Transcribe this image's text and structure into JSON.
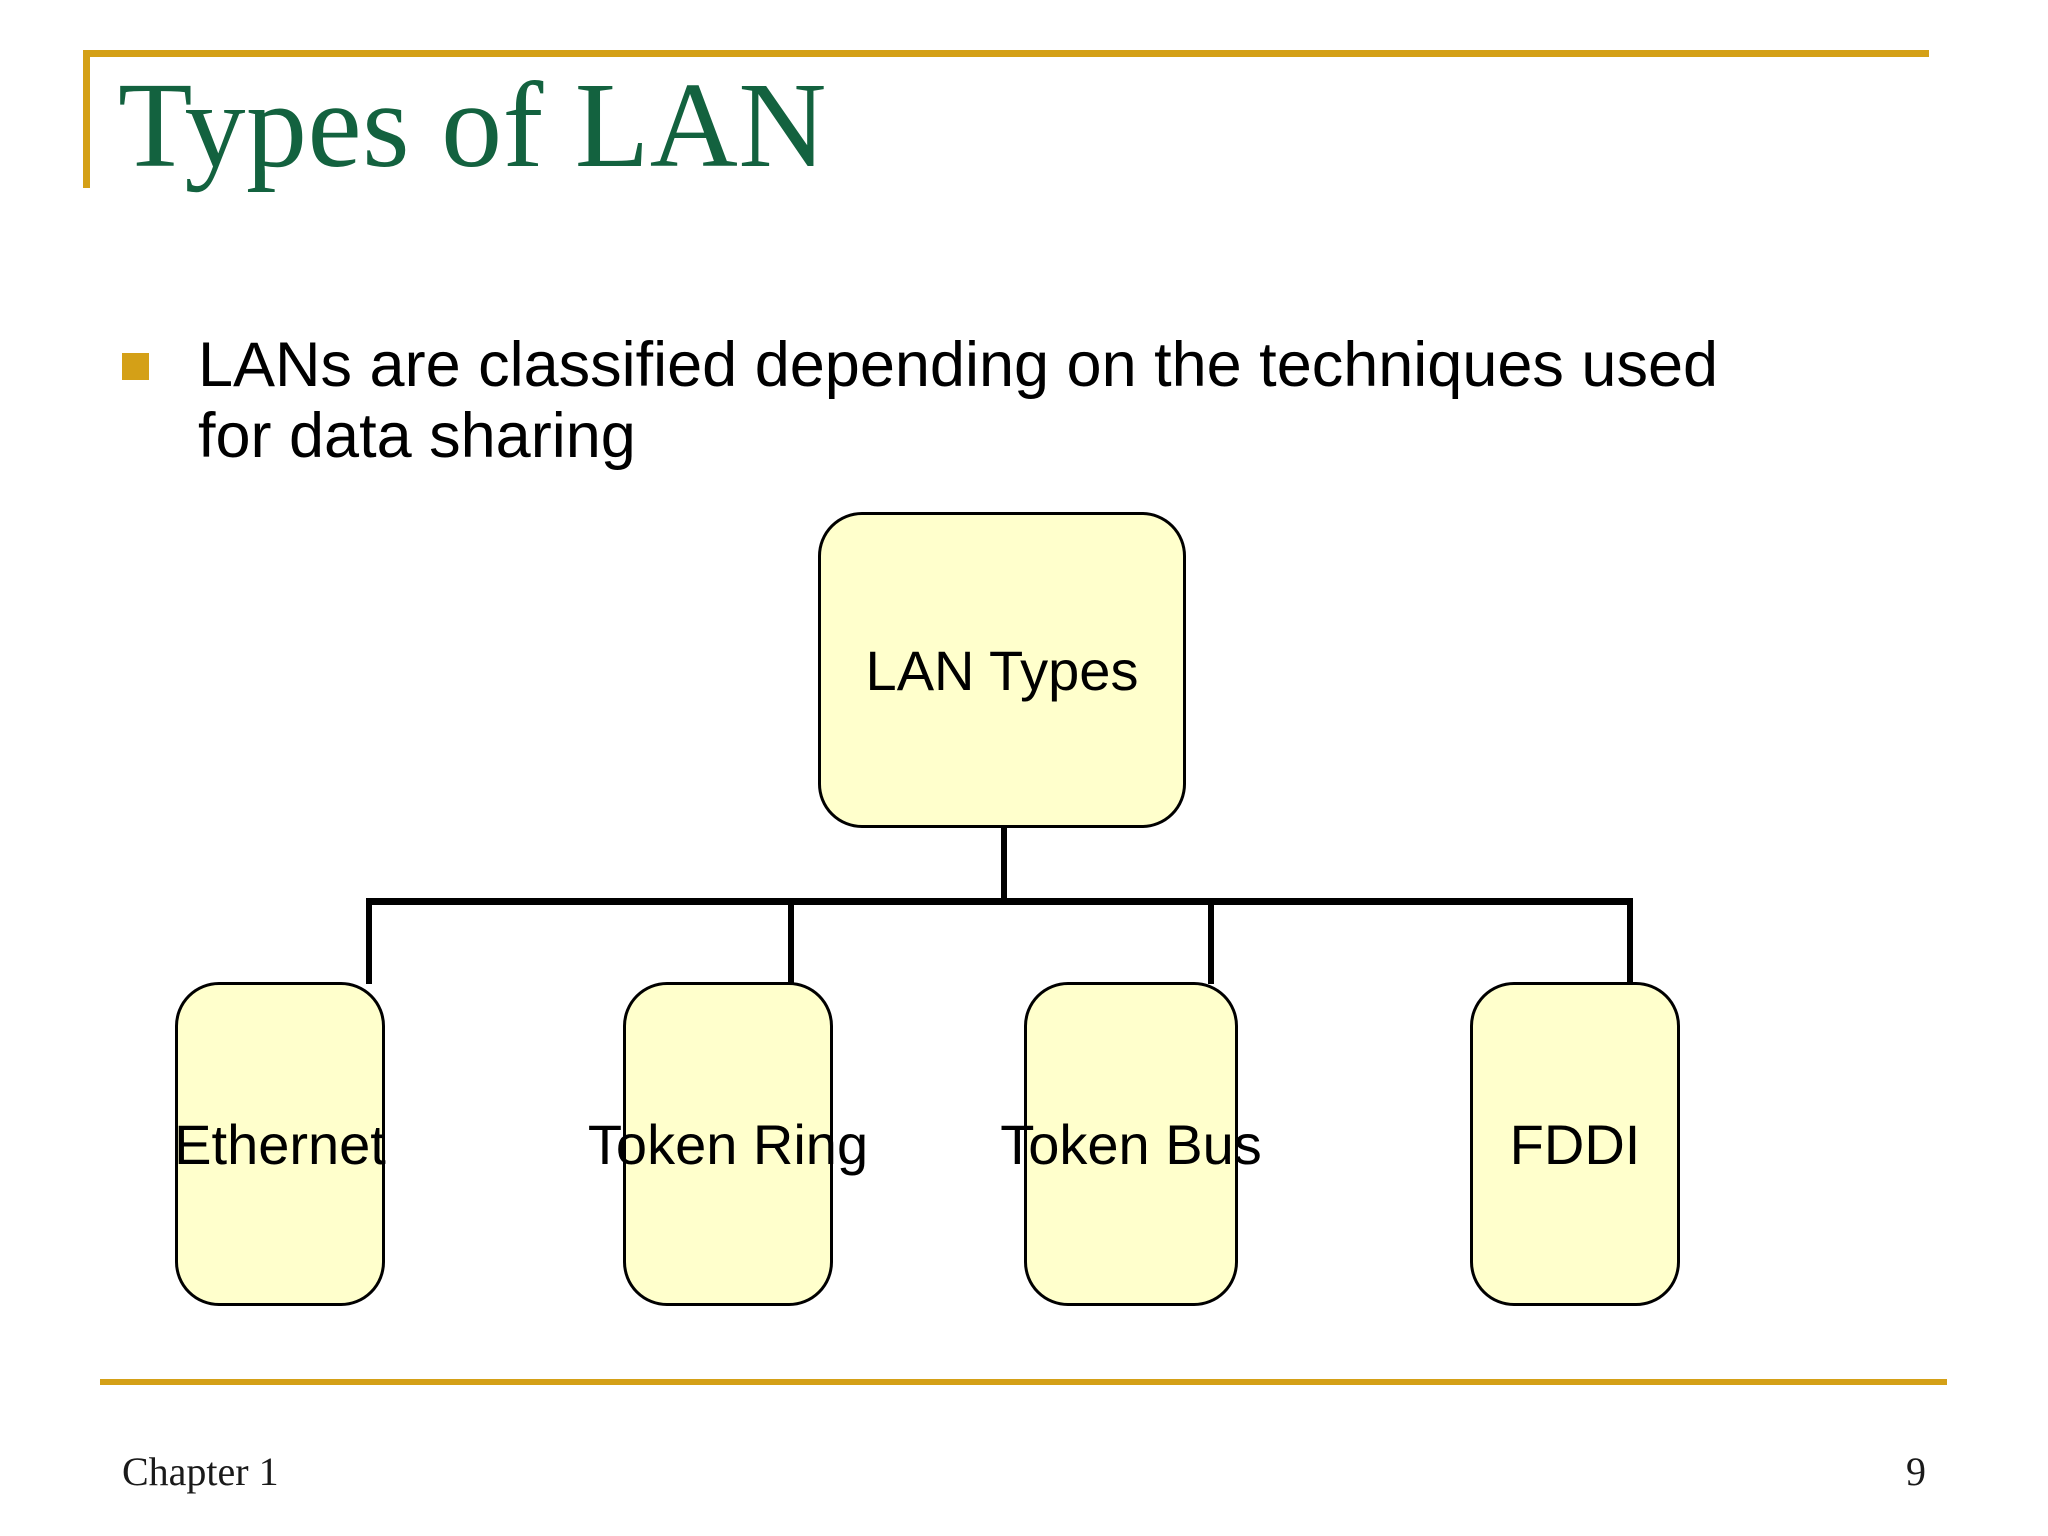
{
  "slide": {
    "title": "Types of LAN",
    "title_color": "#13623F",
    "accent_color": "#D4A017",
    "background_color": "#FFFFFF"
  },
  "body": {
    "bullets": [
      {
        "marker": "square-bullet",
        "text": "LANs are classified depending on the techniques used for data sharing"
      }
    ]
  },
  "diagram": {
    "type": "tree",
    "node_fill": "#FFFFCC",
    "node_border": "#000000",
    "root": {
      "label": "LAN Types"
    },
    "children": [
      {
        "label": "Ethernet"
      },
      {
        "label": "Token Ring"
      },
      {
        "label": "Token Bus"
      },
      {
        "label": "FDDI"
      }
    ]
  },
  "footer": {
    "chapter": "Chapter 1",
    "page_number": "9"
  }
}
